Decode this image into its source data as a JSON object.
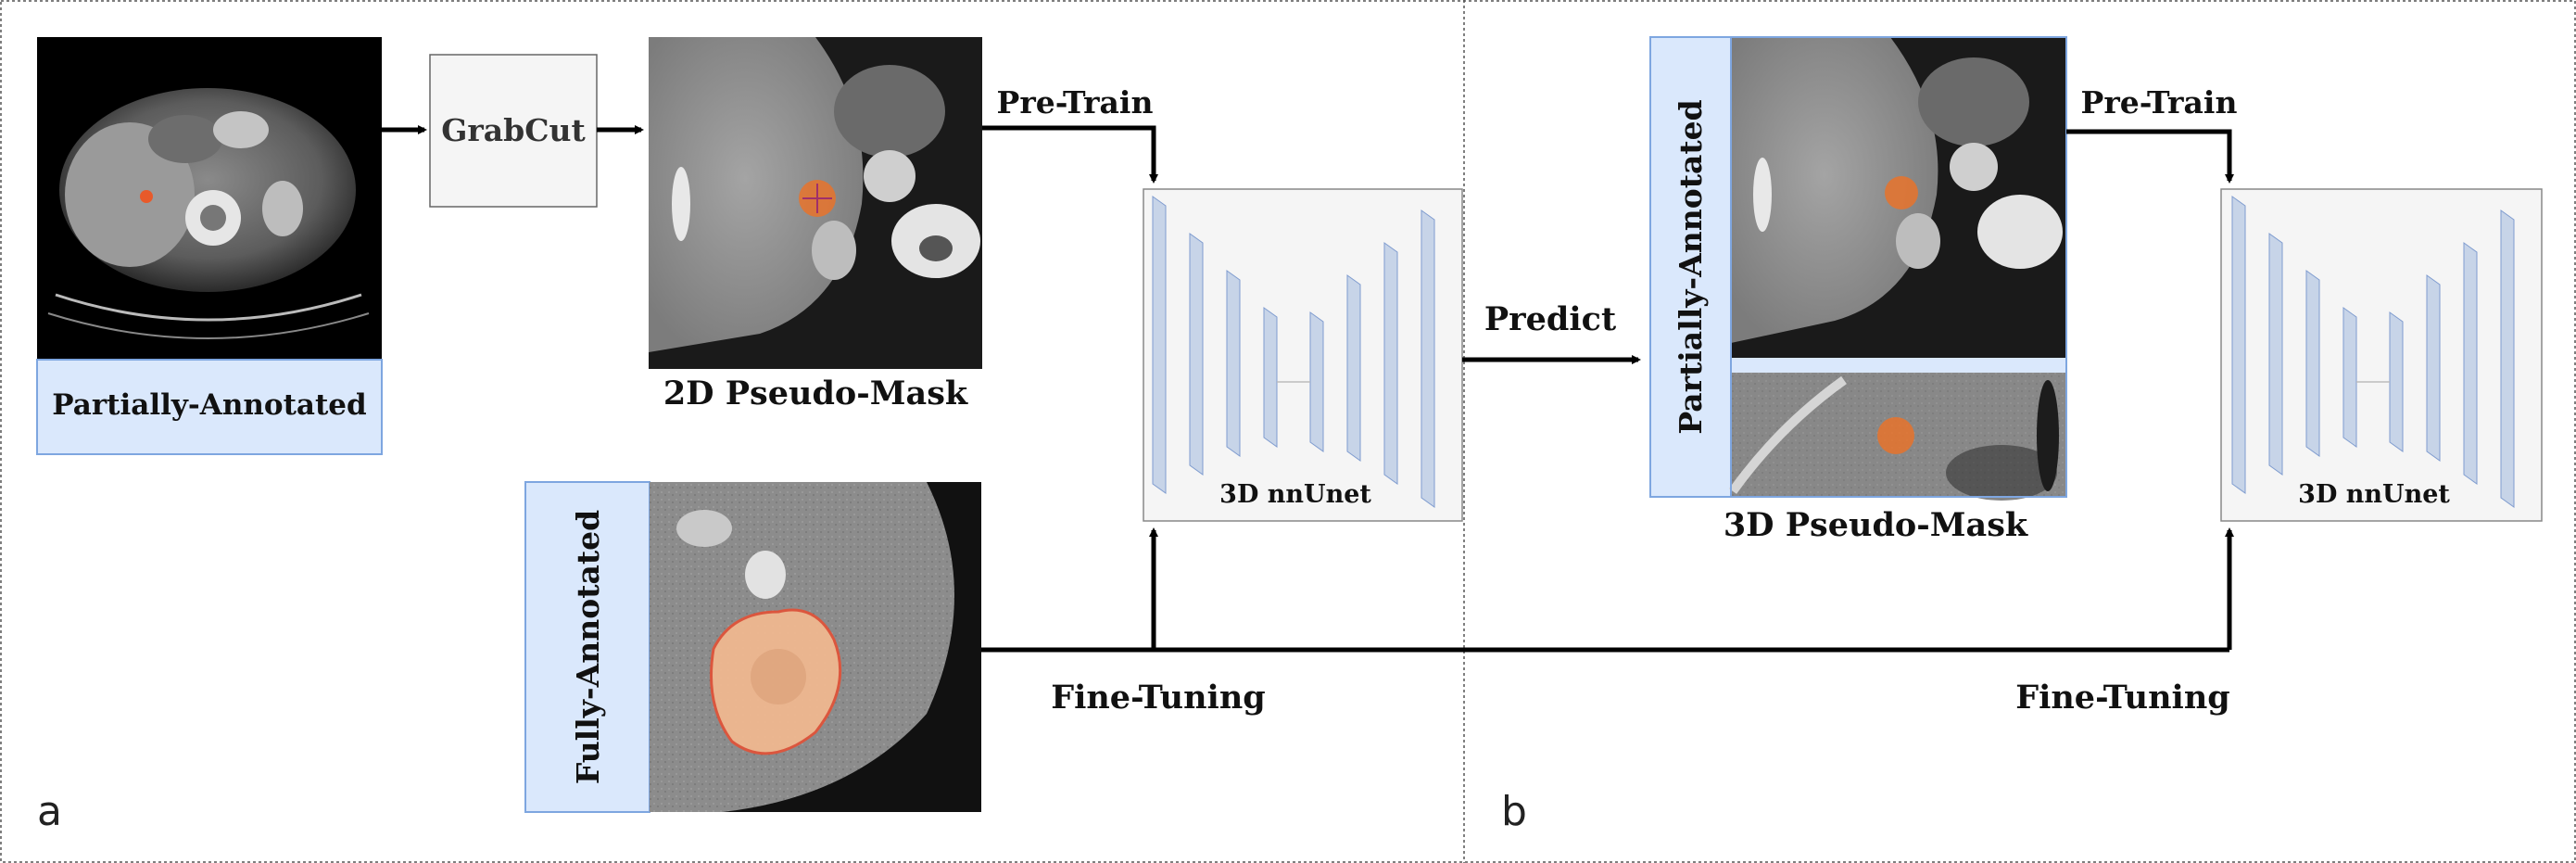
{
  "panels": {
    "a": {
      "letter": "a",
      "partially_annotated_label": "Partially-Annotated",
      "grabcut_label": "GrabCut",
      "pseudo_mask_2d_label": "2D Pseudo-Mask",
      "pretrain_label": "Pre-Train",
      "fully_annotated_label": "Fully-Annotated",
      "finetuning_label": "Fine-Tuning",
      "network_label": "3D nnUnet"
    },
    "b": {
      "letter": "b",
      "predict_label": "Predict",
      "partially_annotated_label": "Partially-Annotated",
      "pseudo_mask_3d_label": "3D Pseudo-Mask",
      "pretrain_label": "Pre-Train",
      "finetuning_label": "Fine-Tuning",
      "network_label": "3D nnUnet"
    }
  },
  "colors": {
    "label_panel_fill": "#dae8fc",
    "label_panel_stroke": "#7ea6e0",
    "network_box_fill": "#f5f5f5",
    "network_block_fill": "#c7d4e8",
    "network_block_stroke": "#7f9ccf",
    "arrow": "#000000",
    "tumor_mask": "#e8732c",
    "fully_mask": "#f0b890"
  },
  "icons": {
    "ct_scan": "ct-scan-image",
    "network": "unet-architecture-icon"
  }
}
